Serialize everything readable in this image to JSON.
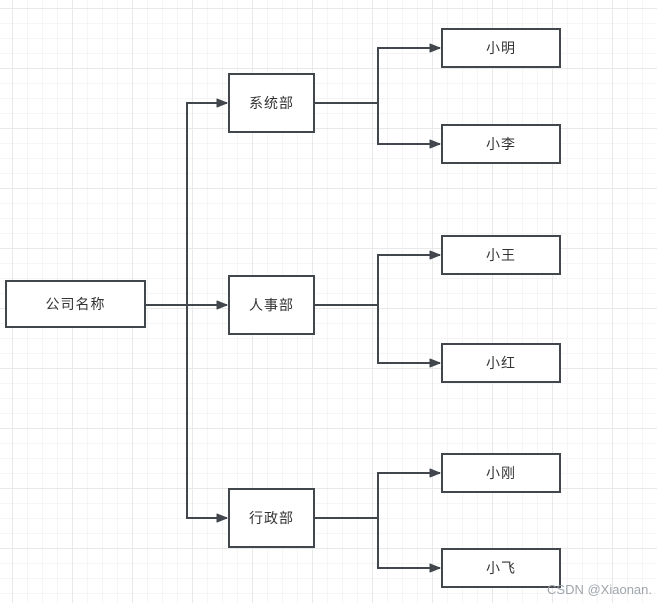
{
  "diagram": {
    "type": "org-chart",
    "nodes": {
      "company": {
        "label": "公司名称"
      },
      "dept_system": {
        "label": "系统部"
      },
      "dept_hr": {
        "label": "人事部"
      },
      "dept_admin": {
        "label": "行政部"
      },
      "emp_xiaoming": {
        "label": "小明"
      },
      "emp_xiaoli": {
        "label": "小李"
      },
      "emp_xiaowang": {
        "label": "小王"
      },
      "emp_xiaohong": {
        "label": "小红"
      },
      "emp_xiaogang": {
        "label": "小刚"
      },
      "emp_xiaofei": {
        "label": "小飞"
      }
    },
    "edges": [
      {
        "from": "公司名称",
        "to": "系统部"
      },
      {
        "from": "公司名称",
        "to": "人事部"
      },
      {
        "from": "公司名称",
        "to": "行政部"
      },
      {
        "from": "系统部",
        "to": "小明"
      },
      {
        "from": "系统部",
        "to": "小李"
      },
      {
        "from": "人事部",
        "to": "小王"
      },
      {
        "from": "人事部",
        "to": "小红"
      },
      {
        "from": "行政部",
        "to": "小刚"
      },
      {
        "from": "行政部",
        "to": "小飞"
      }
    ]
  },
  "watermark": {
    "text": "CSDN @Xiaonan."
  },
  "colors": {
    "node_border": "#42474d",
    "node_fill": "#ffffff",
    "edge": "#42474d",
    "text": "#333333",
    "watermark": "#9aa0a6",
    "grid_minor": "#f5f5f5",
    "grid_major": "#e9e9e9",
    "canvas_background": "#ffffff"
  }
}
